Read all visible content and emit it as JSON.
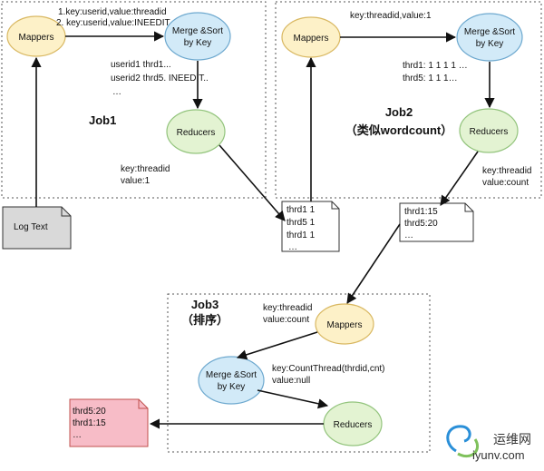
{
  "job1": {
    "title": "Job1",
    "mappers": "Mappers",
    "merge_line1": "Merge &Sort",
    "merge_line2": "by Key",
    "reducers": "Reducers",
    "map_out_line1": "1.key:userid,value:threadid",
    "map_out_line2": "2. key:userid,value:INEEDIT",
    "merged_line1": "userid1  thrd1...",
    "merged_line2": "userid2  thrd5. INEEDIT..",
    "merged_line3": "…",
    "reduce_out_line1": "key:threadid",
    "reduce_out_line2": "value:1",
    "input_doc": "Log Text",
    "output_doc": [
      "thrd1 1",
      "thrd5 1",
      "thrd1 1",
      "…"
    ]
  },
  "job2": {
    "title": "Job2",
    "subtitle": "（类似wordcount）",
    "mappers": "Mappers",
    "merge_line1": "Merge &Sort",
    "merge_line2": "by Key",
    "reducers": "Reducers",
    "map_out": "key:threadid,value:1",
    "merged_line1": "thrd1:  1 1 1 1 …",
    "merged_line2": "thrd5:  1 1 1…",
    "reduce_out_line1": "key:threadid",
    "reduce_out_line2": "value:count",
    "output_doc": [
      "thrd1:15",
      "thrd5:20",
      "…"
    ]
  },
  "job3": {
    "title": "Job3",
    "subtitle": "（排序）",
    "mappers": "Mappers",
    "merge_line1": "Merge &Sort",
    "merge_line2": "by Key",
    "reducers": "Reducers",
    "map_out_line1": "key:threadid",
    "map_out_line2": "value:count",
    "merged_line1": "key:CountThread(thrdid,cnt)",
    "merged_line2": "value:null",
    "output_doc": [
      "thrd5:20",
      "thrd1:15",
      "…"
    ]
  },
  "watermark": {
    "cn": "运维网",
    "url": "iyunv.com"
  },
  "colors": {
    "mapper_fill": "#fdf1c8",
    "mapper_stroke": "#d9b862",
    "merge_fill": "#d2eaf8",
    "merge_stroke": "#6ea9cf",
    "reducer_fill": "#e3f3d2",
    "reducer_stroke": "#93c47d",
    "log_fill": "#d9d9d9",
    "final_fill": "#f7bcc7",
    "final_stroke": "#c0504d"
  }
}
